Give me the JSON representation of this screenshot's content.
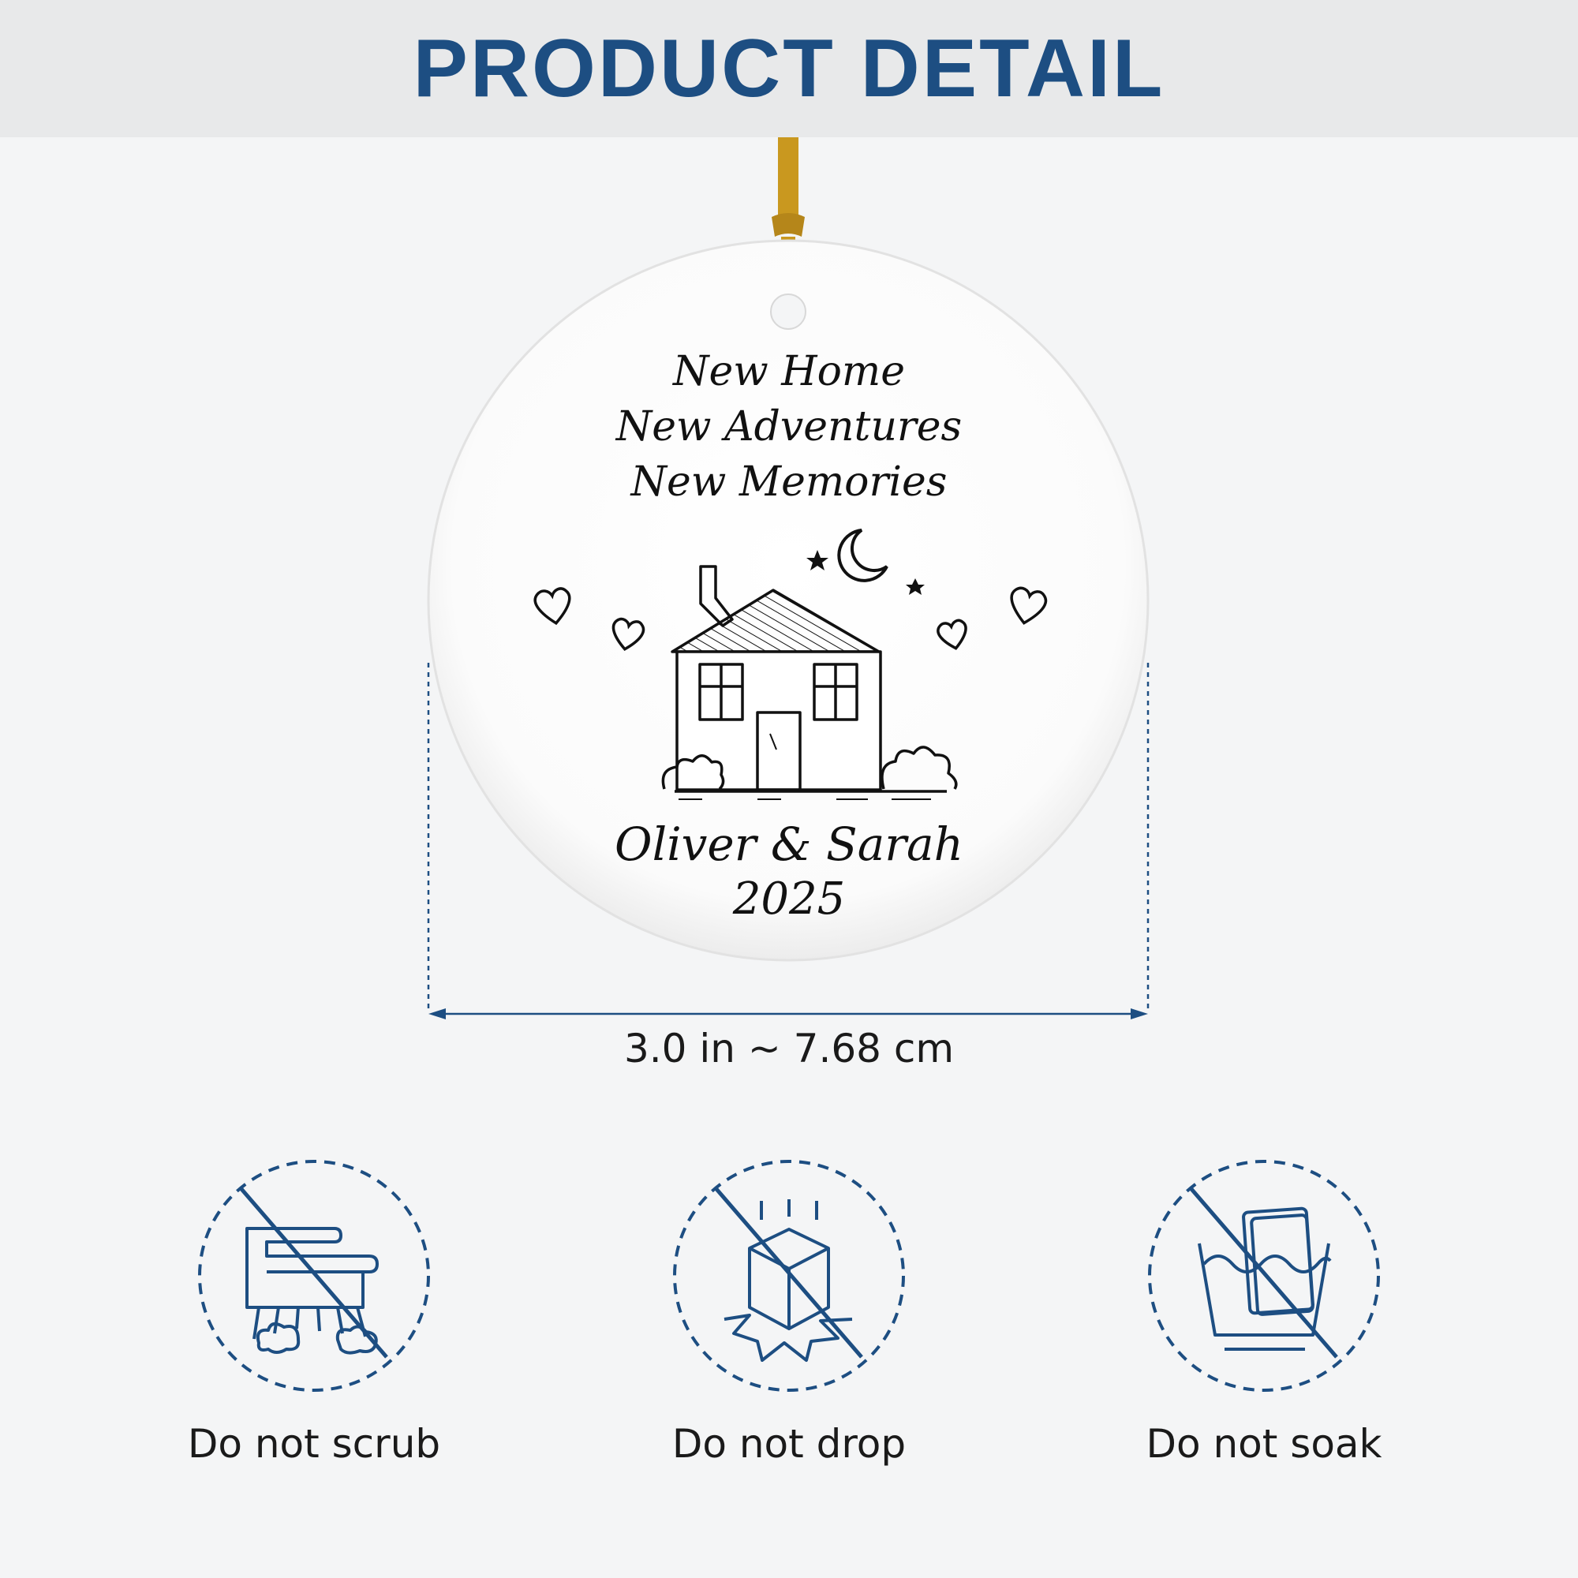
{
  "header": {
    "title": "PRODUCT DETAIL"
  },
  "ornament": {
    "lines": [
      "New Home",
      "New Adventures",
      "New Memories"
    ],
    "names": "Oliver & Sarah",
    "year": "2025",
    "ribbon_color": "#c9981f"
  },
  "dimension": {
    "label": "3.0 in ~ 7.68 cm"
  },
  "care": [
    {
      "icon": "no-scrub-brush-icon",
      "label": "Do not scrub"
    },
    {
      "icon": "no-drop-box-icon",
      "label": "Do not drop"
    },
    {
      "icon": "no-soak-basin-icon",
      "label": "Do not soak"
    }
  ],
  "colors": {
    "accent": "#1d4e82",
    "header_bg": "#e8e9ea",
    "background": "#f4f5f6"
  }
}
